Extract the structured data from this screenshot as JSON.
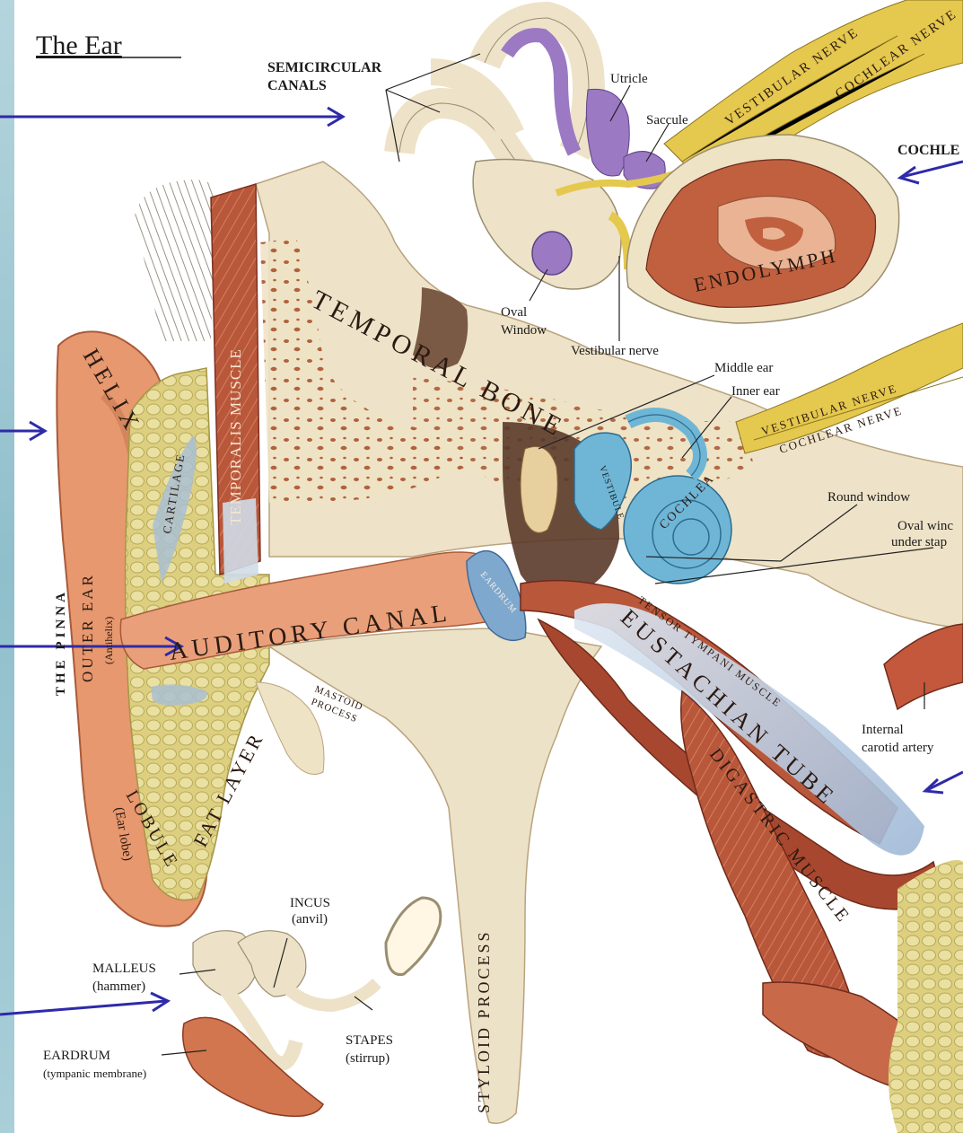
{
  "title": "The Ear",
  "colors": {
    "skin": "#e7986e",
    "bone": "#efe6cf",
    "muscle": "#b8563a",
    "fat": "#d8cc7c",
    "inner_ear_blue": "#6fb6d6",
    "canal_purple": "#a991c9",
    "nerve_yellow": "#e5c84e",
    "arrow": "#2e2aa8",
    "sidebar": "#9fc7d1"
  },
  "labels": {
    "semicircular_canals_1": "SEMICIRCULAR",
    "semicircular_canals_2": "CANALS",
    "utricle": "Utricle",
    "saccule": "Saccule",
    "vestibular_nerve_top": "VESTIBULAR NERVE",
    "cochlear_nerve_top": "COCHLEAR NERVE",
    "cochlea_top": "COCHLE",
    "endolymph": "ENDOLYMPH",
    "oval_window_1": "Oval",
    "oval_window_2": "Window",
    "vestibular_nerve": "Vestibular nerve",
    "temporal_bone": "TEMPORAL BONE",
    "temporalis_muscle": "TEMPORALIS MUSCLE",
    "helix": "HELIX",
    "cartilage": "CARTILAGE",
    "middle_ear": "Middle ear",
    "inner_ear": "Inner ear",
    "vestibular_nerve_right": "VESTIBULAR NERVE",
    "cochlear_nerve_right": "COCHLEAR NERVE",
    "vestibule": "VESTIBULE",
    "cochlea": "COCHLEA",
    "round_window": "Round window",
    "oval_window_stapes_1": "Oval winc",
    "oval_window_stapes_2": "under stap",
    "the_pinna": "THE PINNA",
    "outer_ear": "OUTER EAR",
    "antihelix": "(Antihelix)",
    "auditory_canal": "AUDITORY CANAL",
    "eardrum_small": "EARDRUM",
    "tensor_tympani": "TENSOR TYMPANI MUSCLE",
    "eustachian_tube": "EUSTACHIAN TUBE",
    "internal_carotid_1": "Internal",
    "internal_carotid_2": "carotid artery",
    "fat_layer": "FAT LAYER",
    "mastoid_process_1": "MASTOID",
    "mastoid_process_2": "PROCESS",
    "digastric_muscle": "DIGASTRIC MUSCLE",
    "lobule": "LOBULE",
    "ear_lobe": "(Ear lobe)",
    "incus": "INCUS",
    "anvil": "(anvil)",
    "malleus": "MALLEUS",
    "hammer": "(hammer)",
    "styloid_process": "STYLOID PROCESS",
    "stapes": "STAPES",
    "stirrup": "(stirrup)",
    "eardrum": "EARDRUM",
    "tympanic_membrane": "(tympanic membrane)"
  }
}
